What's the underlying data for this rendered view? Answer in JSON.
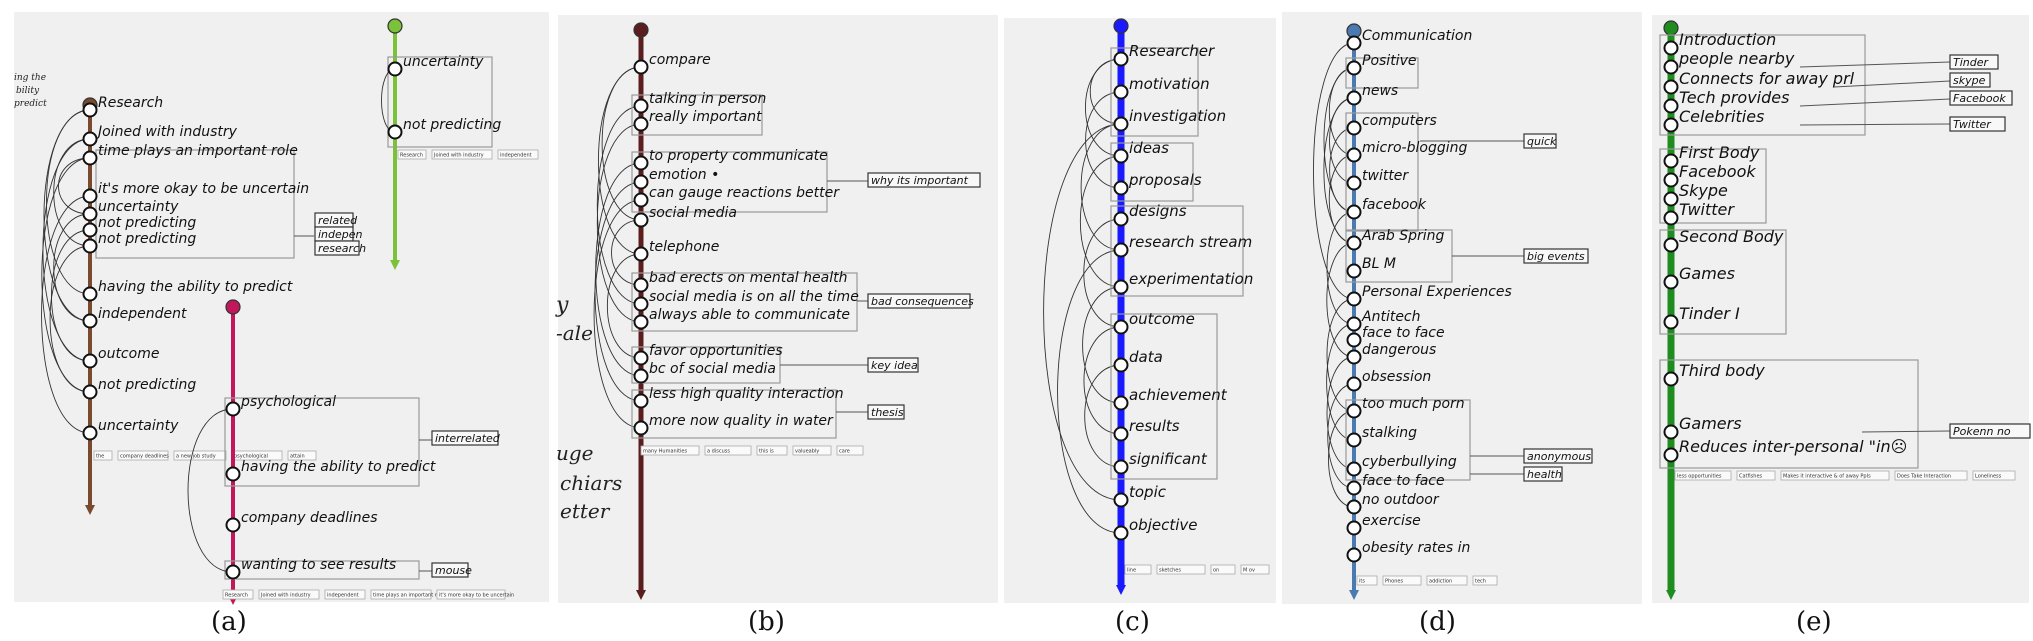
{
  "captions": [
    "(a)",
    "(b)",
    "(c)",
    "(d)",
    "(e)"
  ],
  "panels": {
    "a": {
      "main_timeline": {
        "color": "#7a4a2e",
        "nodes": [
          "Research",
          "Joined with industry",
          "time plays an important role",
          "it's more okay to be uncertain",
          "uncertainty",
          "not predicting",
          "not predicting",
          "having the ability to predict",
          "independent",
          "outcome",
          "not predicting",
          "uncertainty"
        ],
        "tags": [
          "related",
          "indepen",
          "research"
        ]
      },
      "green_timeline": {
        "color": "#7cc13a",
        "nodes": [
          "uncertainty",
          "not predicting"
        ],
        "chips": [
          "Research",
          "Joined with industry",
          "independent"
        ]
      },
      "pink_timeline": {
        "color": "#c2185b",
        "nodes": [
          "psychological",
          "having the ability to predict",
          "company deadlines",
          "wanting to see results"
        ],
        "tags": [
          "interrelated",
          "mouse"
        ],
        "chips": [
          "Research",
          "Joined with industry",
          "independent",
          "time plays an important role",
          "it's more okay to be uncertain"
        ]
      },
      "chips": [
        "the",
        "company deadlines",
        "a new job study",
        "psychological",
        "attain"
      ],
      "handwriting": [
        "ing the",
        "bility",
        "predict"
      ]
    },
    "b": {
      "color": "#5a1e1e",
      "nodes": [
        "compare",
        "talking in person",
        "really important",
        "to property communicate",
        "emotion •",
        "can gauge reactions better",
        "social media",
        "telephone",
        "bad erects on mental health",
        "social media is on all the time",
        "always able to communicate",
        "favor opportunities",
        "bc of social media",
        "less high quality interaction",
        "more now quality in water"
      ],
      "tags": [
        "why its important",
        "bad consequences",
        "key idea",
        "thesis"
      ],
      "chips": [
        "many Humanities",
        "a discuss",
        "this is",
        "valueably",
        "care"
      ],
      "handwriting": [
        "y",
        "-ale",
        "uge",
        "chiars",
        "etter"
      ]
    },
    "c": {
      "color": "#1a1aff",
      "nodes": [
        "Researcher",
        "motivation",
        "investigation",
        "ideas",
        "proposals",
        "designs",
        "research stream",
        "experimentation",
        "outcome",
        "data",
        "achievement",
        "results",
        "significant",
        "topic",
        "objective"
      ],
      "chips": [
        "line",
        "sketches",
        "on",
        "M ov"
      ]
    },
    "d": {
      "color": "#4a7ab0",
      "nodes": [
        "Communication",
        "Positive",
        "news",
        "computers",
        "micro-blogging",
        "twitter",
        "facebook",
        "Arab Spring",
        "BL M",
        "Personal Experiences",
        "Antitech",
        "face to face",
        "dangerous",
        "obsession",
        "too much porn",
        "stalking",
        "cyberbullying",
        "face to face",
        "no outdoor",
        "exercise",
        "obesity rates in"
      ],
      "tags": [
        "quick",
        "big events",
        "anonymous",
        "health"
      ],
      "chips": [
        "its",
        "Phones",
        "addiction",
        "tech"
      ]
    },
    "e": {
      "color": "#1e8c1e",
      "nodes": [
        "Introduction",
        "people nearby",
        "Connects for away prl",
        "Tech provides",
        "Celebrities",
        "First Body",
        "Facebook",
        "Skype",
        "Twitter",
        "Second Body",
        "Games",
        "Tinder I",
        "Third body",
        "Gamers",
        "Reduces inter-personal \"in☹"
      ],
      "tags": [
        "Tinder",
        "skype",
        "Facebook",
        "Twitter",
        "Pokenn no"
      ],
      "chips": [
        "less opportunities",
        "Catfishes",
        "Makes it interactive & of away PpIs",
        "Does Take Interaction",
        "Loneliness"
      ]
    }
  }
}
